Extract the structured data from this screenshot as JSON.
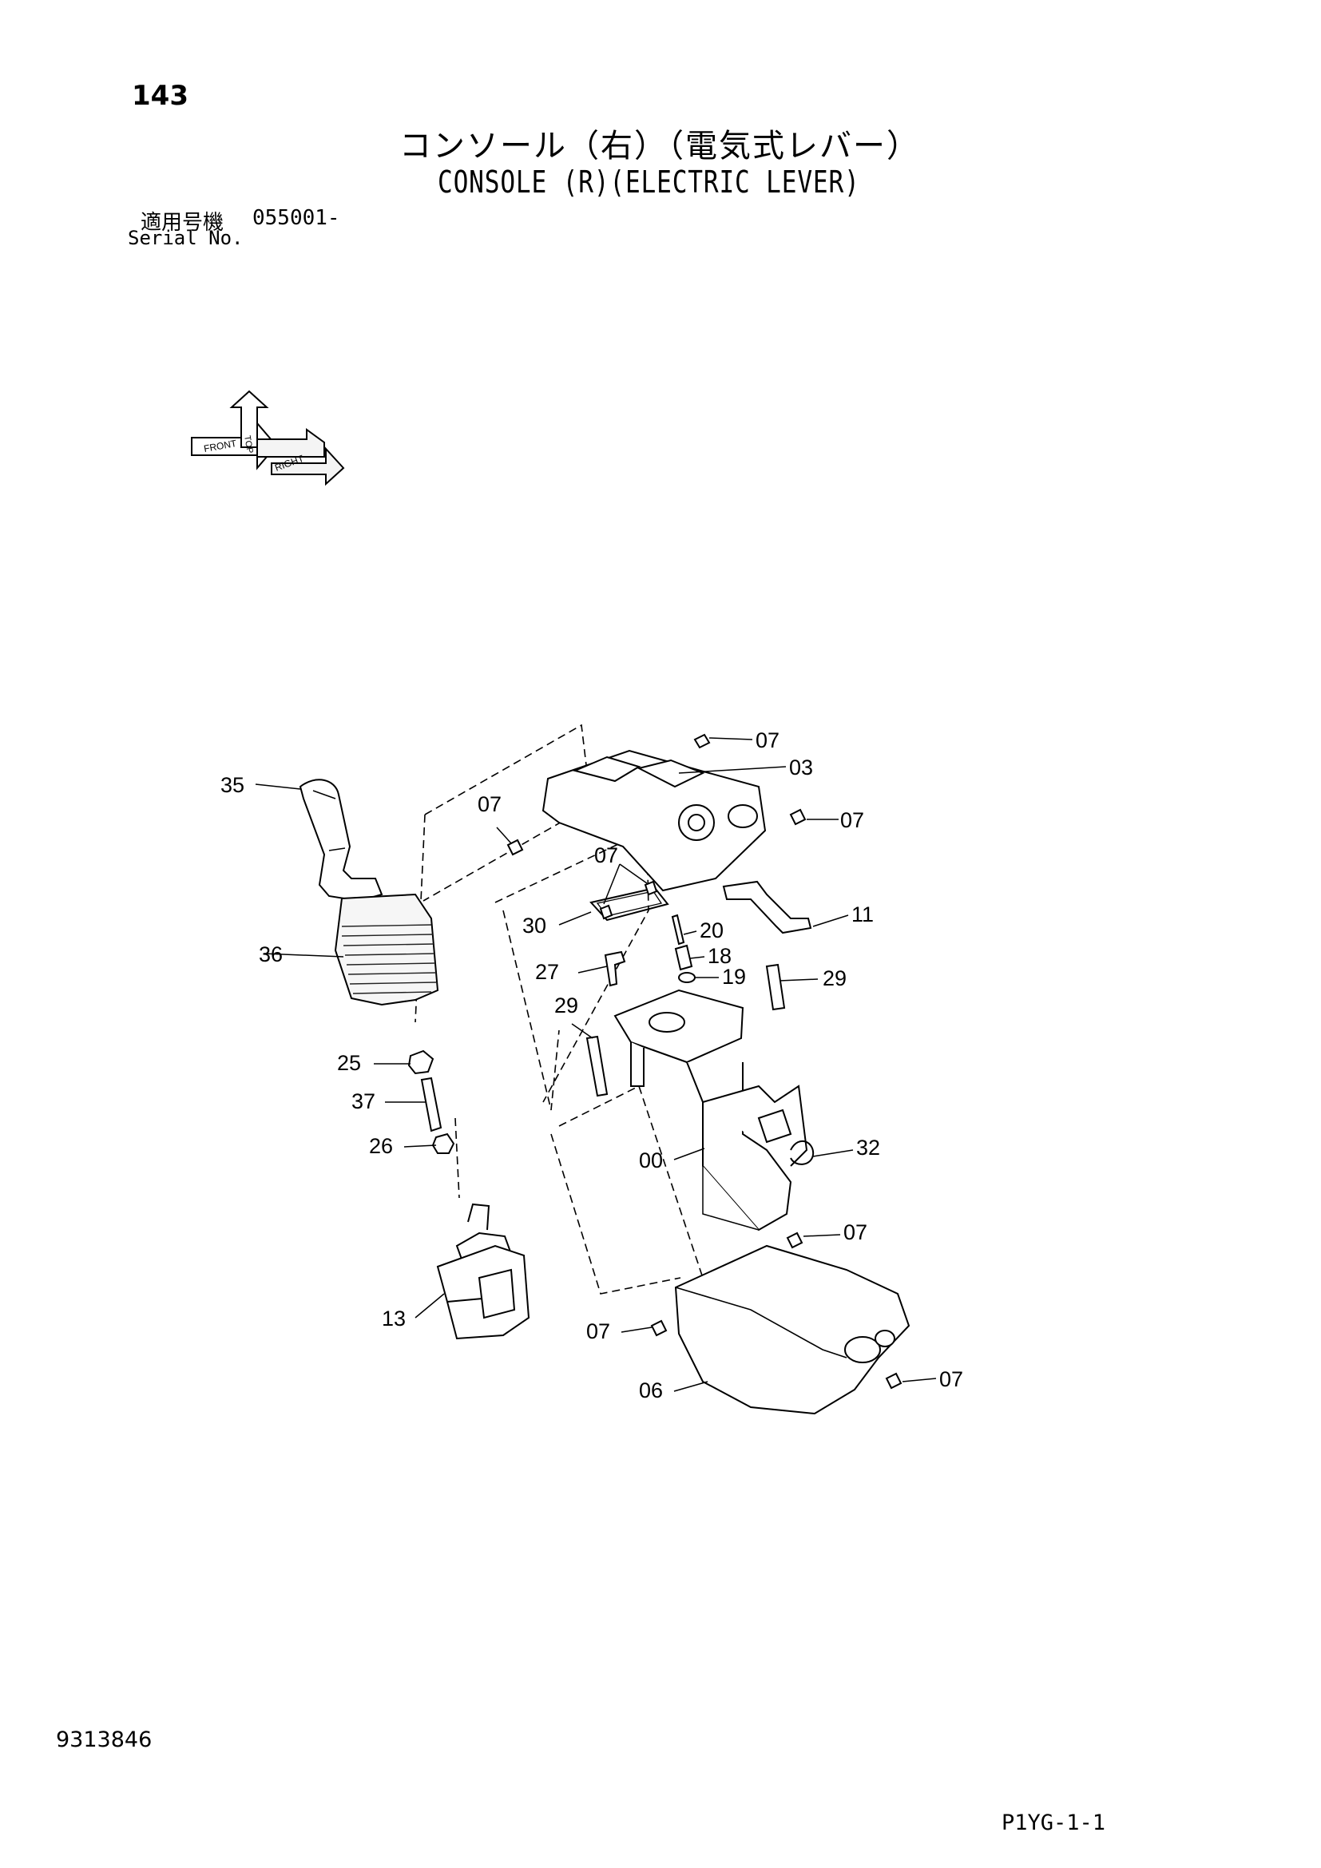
{
  "header": {
    "page_number": "143",
    "title_jp": "コンソール（右）（電気式レバー）",
    "title_en": "CONSOLE (R)(ELECTRIC LEVER)",
    "serial_label_jp": "適用号機",
    "serial_value": "055001-",
    "serial_label_en": "Serial No."
  },
  "orientation": {
    "front": "FRONT",
    "top": "TOP",
    "right": "RIGHT"
  },
  "parts": [
    {
      "id": "07a",
      "label": "07"
    },
    {
      "id": "03",
      "label": "03"
    },
    {
      "id": "35",
      "label": "35"
    },
    {
      "id": "07b",
      "label": "07"
    },
    {
      "id": "07c",
      "label": "07"
    },
    {
      "id": "07d",
      "label": "07"
    },
    {
      "id": "11",
      "label": "11"
    },
    {
      "id": "30",
      "label": "30"
    },
    {
      "id": "20",
      "label": "20"
    },
    {
      "id": "36",
      "label": "36"
    },
    {
      "id": "18",
      "label": "18"
    },
    {
      "id": "27",
      "label": "27"
    },
    {
      "id": "19",
      "label": "19"
    },
    {
      "id": "29a",
      "label": "29"
    },
    {
      "id": "29b",
      "label": "29"
    },
    {
      "id": "25",
      "label": "25"
    },
    {
      "id": "37",
      "label": "37"
    },
    {
      "id": "32",
      "label": "32"
    },
    {
      "id": "26",
      "label": "26"
    },
    {
      "id": "00",
      "label": "00"
    },
    {
      "id": "07e",
      "label": "07"
    },
    {
      "id": "13",
      "label": "13"
    },
    {
      "id": "07f",
      "label": "07"
    },
    {
      "id": "07g",
      "label": "07"
    },
    {
      "id": "06",
      "label": "06"
    }
  ],
  "footer": {
    "document_number": "9313846",
    "sheet_code": "P1YG-1-1"
  }
}
